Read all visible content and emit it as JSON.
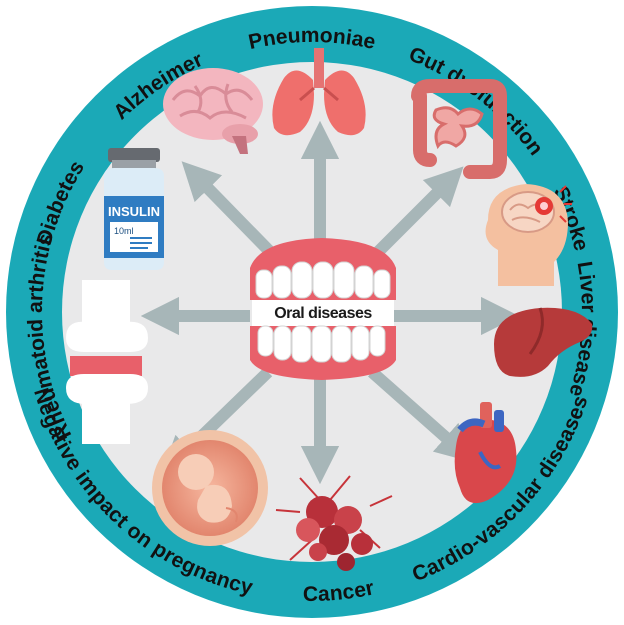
{
  "center": {
    "label": "Oral diseases"
  },
  "ring_labels": {
    "pneumoniae": "Pneumoniae",
    "alzheimer": "Alzheimer",
    "gut": "Gut dysfunction",
    "diabetes": "Diabetes",
    "stroke": "Stroke",
    "liver": "Liver disease",
    "rheumatoid": "Rheumatoid arthritis",
    "cardio": "Cardio-vascular diseases",
    "pregnancy": "Negative impact on pregnancy",
    "cancer": "Cancer"
  },
  "vial": {
    "brand": "INSULIN",
    "volume": "10ml"
  },
  "colors": {
    "ring": "#1ba9b7",
    "inner": "#e9e9ea",
    "arrow": "#a7b6b8",
    "gum": "#e8606a",
    "organ_red": "#d94a4e",
    "skin": "#f4c0a0"
  }
}
